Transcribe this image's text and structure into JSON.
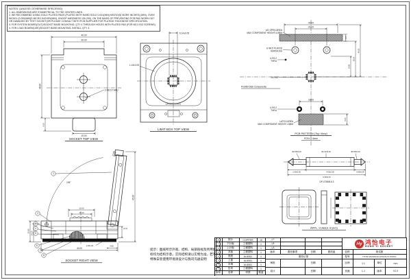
{
  "colors": {
    "line": "#1b1b1b",
    "logo_red": "#d42a28",
    "fill_black": "#111111"
  },
  "notes": {
    "title": "NOTES: (UNLESS OTHERWISE SPECIFIED)",
    "lines": [
      "1. ALL DIMENSIONS ARE SYMMETRICAL TO THE CENTER LINES.",
      "2. WE RECOMMEND USING GOLD PLATED PADS (PLATED WITH HARD GOLD 0.001(MIN) MICRO(S) MORE INCHES) (MIN), OVER NICKEL (0.000(MIN)S MICRO INCHES(MIN), KNOOP HARDNESS 130-200), ON THE BASIS OF PREVENTING PCB PAD WORN OUT OR DAMAGED BY TEST SOCKET(OR PLEASE CONSULT WITH PCB SUPPLIER FOR PLATING THICKNESS SPECIFICATION.",
      "3. FOR SYSTEM BOARD(OUT)/SOCKET BASE MOUNTING, QTY 4 THROUGH HOLES WITH PLATED PAD (FOR M2.0 ISO SCREWS).",
      "4. FOR LOAD BOARD(USE)/SOCKET BASE MOUNTING, INSTALL QTY 4."
    ]
  },
  "footnote": "提示：图纸所示外观、结构、局部剖视及所用图标均为结构示意，实际结构请以实物为准，若有特殊安装使用环境请设计与我司沟通说明",
  "views": {
    "socket_top": {
      "caption": "SOCKET TOP VIEW",
      "dim_outer": "40.00",
      "dim_inner": "30.00",
      "dim_height": "46.00",
      "dim_tab": "19.00",
      "dim_tab_h": "6.00",
      "screw_label": "2-M2.5 THRU"
    },
    "limit_box": {
      "caption": "LIMIT BOX TOP VIEW",
      "dim_pocket": "6.14±0.05",
      "dim_offset": "1.14±0.05",
      "part_label": "QFN16-P1-6X6X1"
    },
    "pcb": {
      "caption": "PCB PATTERN (Top View)",
      "subcaption": "PCB t=1.6mm",
      "lid1": "LID OPEN AREA",
      "lid2": "MAX COMPONENT HEIGHT:4.0MM",
      "plated1": "6-Φ4.5 PLATED",
      "plated2": "SURFACES",
      "thru1": "4-Φ2.2",
      "thru2": "THRU",
      "pads": "16-PAD",
      "prohibit": "Prohibit Dish Components",
      "latch1": "LATCH AREA",
      "latch2": "MAX COMPONENT HEIGHT:1.5MM",
      "dim_w": "40.00",
      "dim_wi": "24.00",
      "dim_strip": "2.00",
      "dim_h1": "15.80",
      "dim_h2": "28.50",
      "dim_h3": "40.50",
      "dim_span": "18.00",
      "dim_latch": "6.00"
    },
    "probe": {
      "caption": "DP-G786B-6.3",
      "dia1": "Φ0.58±0.02",
      "dia2": "Φ1.02±0.02",
      "dia3": "Φ0.58±0.02",
      "len1": "1.50±0.05",
      "len2": "4.00±0.05",
      "len3": "0.80±0.05",
      "len_total": "6.30±0.10"
    },
    "ic": {
      "caption": "APPL. ICABLE IC(4/1)"
    },
    "socket_right": {
      "caption": "SOCKET RIGHT VIEW",
      "dim1": "20.00",
      "dim2": "15.40",
      "angle": "105°",
      "dim_open": "45.20",
      "dim3": "8.70",
      "dimL1": "15.80",
      "dimL2": "14.20",
      "hole": "2-Φ2.20",
      "dim4": "4.80",
      "dim5": "40.00",
      "balloons": [
        "1",
        "2",
        "3",
        "4",
        "5",
        "6",
        "7",
        "8"
      ]
    }
  },
  "title_block": {
    "parts": {
      "header": [
        "序号",
        "名称",
        "材质",
        "数量"
      ],
      "rows": [
        [
          "8",
          "探针",
          "COPPER",
          "16"
        ],
        [
          "7",
          "下针板",
          "工程塑料",
          "1"
        ],
        [
          "6",
          "上针板",
          "工程塑料",
          "1"
        ],
        [
          "5",
          "浮板",
          "工程塑料",
          "1"
        ],
        [
          "4",
          "底座",
          "AL6061",
          "1"
        ],
        [
          "3",
          "上盖",
          "AL6061",
          "1"
        ],
        [
          "2",
          "手柄",
          "AL6061",
          "1"
        ],
        [
          "1",
          "压块",
          "工程塑料",
          "1"
        ]
      ]
    },
    "revision": {
      "deltas": [
        "△C",
        "△B",
        "△A"
      ],
      "header": [
        "版本",
        "更改事项",
        "日期",
        "更改者"
      ],
      "record": "更改记录",
      "approve": "审批",
      "design": "设计",
      "date": "日期"
    },
    "info": {
      "name_label": "名称",
      "name": "测试座",
      "model_label": "型号",
      "model": "HYDZ-20240219-QFN16-P1-6X6X1",
      "scale_label": "比例",
      "scale": "1:1",
      "unit_label": "单位",
      "unit": "mm",
      "page_label": "页面",
      "page": "1-1",
      "version_label": "版本",
      "version": "V2.0"
    },
    "logo": {
      "mono": "Hy",
      "cn": "鸿怡电子",
      "en": "HONG YI SOCKET"
    }
  }
}
